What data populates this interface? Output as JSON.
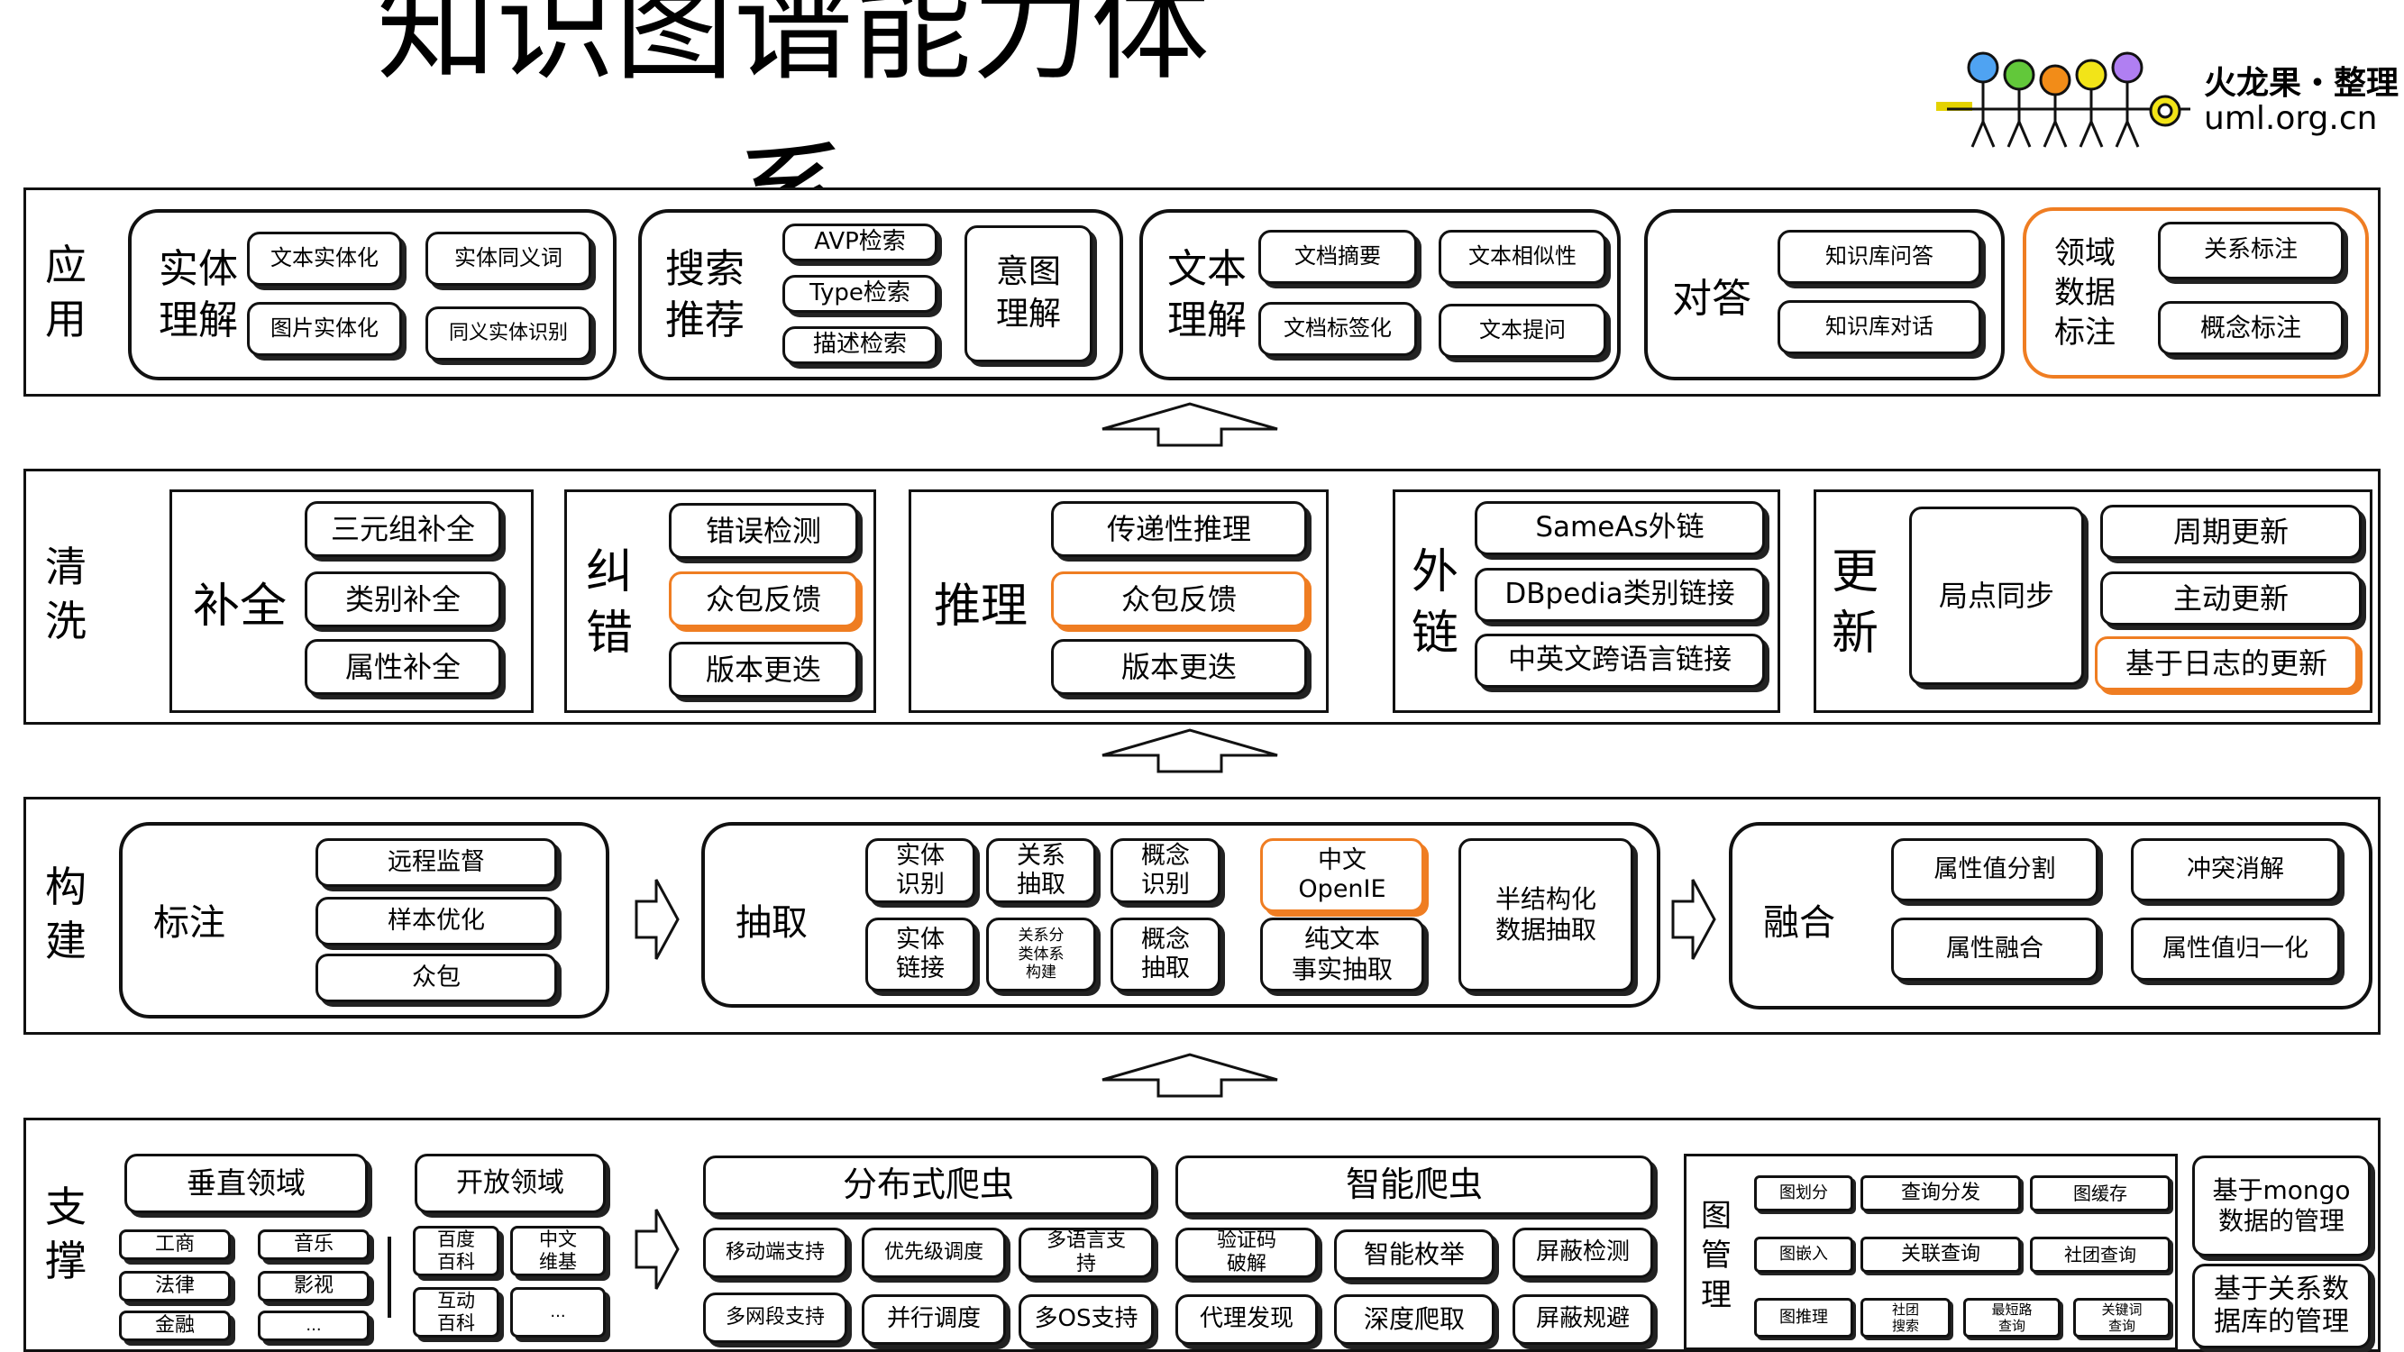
{
  "title": "知识图谱能力体系",
  "logo": {
    "line1": "火龙果・整理",
    "line2": "uml.org.cn"
  },
  "colors": {
    "accent": "#ef7d22",
    "border": "#111111"
  },
  "layers": {
    "app": {
      "label": "应\n用",
      "entity": {
        "title": "实体\n理解",
        "items": [
          "文本实体化",
          "实体同义词",
          "图片实体化",
          "同义实体识别"
        ]
      },
      "search": {
        "title": "搜索\n推荐",
        "items": [
          "AVP检索",
          "Type检索",
          "描述检索"
        ],
        "intent": "意图\n理解"
      },
      "text": {
        "title": "文本\n理解",
        "items": [
          "文档摘要",
          "文本相似性",
          "文档标签化",
          "文本提问"
        ]
      },
      "qa": {
        "title": "对答",
        "items": [
          "知识库问答",
          "知识库对话"
        ]
      },
      "domain": {
        "title": "领域\n数据\n标注",
        "items": [
          "关系标注",
          "概念标注"
        ]
      }
    },
    "clean": {
      "label": "清\n洗",
      "complete": {
        "title": "补全",
        "items": [
          "三元组补全",
          "类别补全",
          "属性补全"
        ]
      },
      "correct": {
        "title": "纠\n错",
        "items": [
          "错误检测",
          "众包反馈",
          "版本更迭"
        ]
      },
      "reason": {
        "title": "推理",
        "items": [
          "传递性推理",
          "众包反馈",
          "版本更迭"
        ]
      },
      "link": {
        "title": "外\n链",
        "items": [
          "SameAs外链",
          "DBpedia类别链接",
          "中英文跨语言链接"
        ]
      },
      "update": {
        "title": "更\n新",
        "local": "局点同步",
        "items": [
          "周期更新",
          "主动更新",
          "基于日志的更新"
        ]
      }
    },
    "build": {
      "label": "构\n建",
      "annotate": {
        "title": "标注",
        "items": [
          "远程监督",
          "样本优化",
          "众包"
        ]
      },
      "extract": {
        "title": "抽取",
        "items": [
          "实体\n识别",
          "关系\n抽取",
          "概念\n识别",
          "实体\n链接",
          "关系分\n类体系\n构建",
          "概念\n抽取"
        ],
        "openie": "中文\nOpenIE",
        "pure": "纯文本\n事实抽取",
        "semi": "半结构化\n数据抽取"
      },
      "fuse": {
        "title": "融合",
        "items": [
          "属性值分割",
          "冲突消解",
          "属性融合",
          "属性值归一化"
        ]
      }
    },
    "support": {
      "label": "支\n撑",
      "vertical": {
        "title": "垂直领域",
        "items": [
          "工商",
          "音乐",
          "法律",
          "影视",
          "金融",
          "..."
        ]
      },
      "open": {
        "title": "开放领域",
        "items": [
          "百度\n百科",
          "中文\n维基",
          "互动\n百科",
          "..."
        ]
      },
      "distributed": {
        "title": "分布式爬虫",
        "items": [
          "移动端支持",
          "优先级调度",
          "多语言支\n持",
          "多网段支持",
          "并行调度",
          "多OS支持"
        ]
      },
      "smart": {
        "title": "智能爬虫",
        "items": [
          "验证码\n破解",
          "智能枚举",
          "屏蔽检测",
          "代理发现",
          "深度爬取",
          "屏蔽规避"
        ]
      },
      "graph": {
        "title": "图\n管\n理",
        "items": [
          "图划分",
          "查询分发",
          "图缓存",
          "图嵌入",
          "关联查询",
          "社团查询",
          "图推理",
          "社团\n搜索",
          "最短路\n查询",
          "关键词\n查询"
        ]
      },
      "mongo": "基于mongo\n数据的管理",
      "rdb": "基于关系数\n据库的管理"
    }
  }
}
